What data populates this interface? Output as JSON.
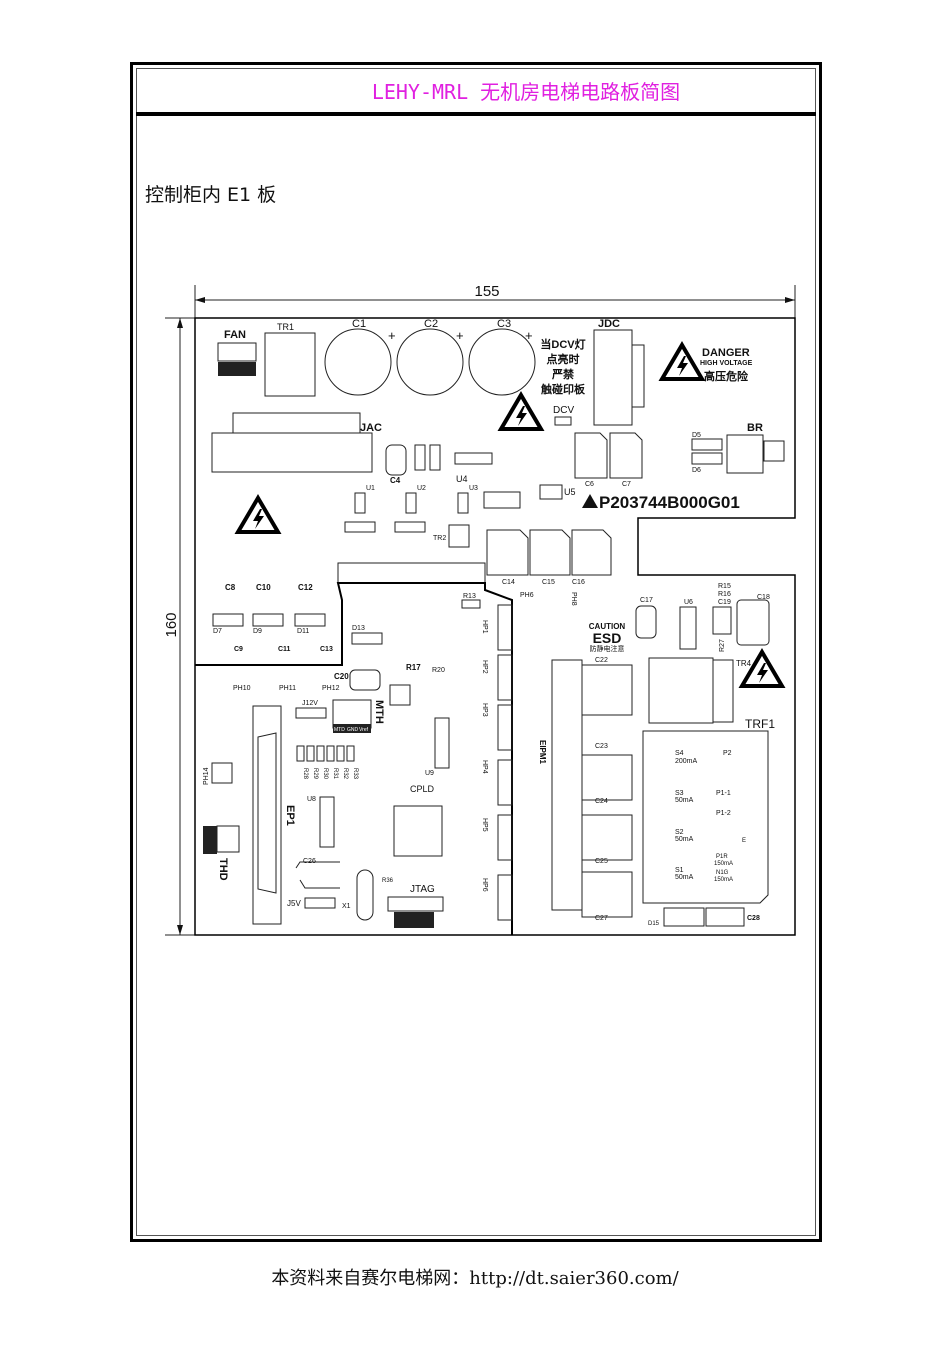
{
  "header": {
    "title": "LEHY-MRL 无机房电梯电路板简图"
  },
  "section": {
    "subtitle": "控制柜内 E1 板"
  },
  "dimensions": {
    "width": "155",
    "height": "160"
  },
  "board": {
    "fan": "FAN",
    "tr1": "TR1",
    "c1": "C1",
    "c2": "C2",
    "c3": "C3",
    "jdc": "JDC",
    "jac": "JAC",
    "dcv": "DCV",
    "dcv_warn_1": "当DCV灯",
    "dcv_warn_2": "点亮时",
    "dcv_warn_3": "严禁",
    "dcv_warn_4": "触碰印板",
    "danger": "DANGER",
    "high_voltage": "HIGH VOLTAGE",
    "hv_cn": "高压危险",
    "br": "BR",
    "d5": "D5",
    "d6": "D6",
    "c4": "C4",
    "c6": "C6",
    "c7": "C7",
    "u1": "U1",
    "u2": "U2",
    "u3": "U3",
    "u4": "U4",
    "u5": "U5",
    "tr2": "TR2",
    "part_no": "P203744B000G01",
    "c14": "C14",
    "c15": "C15",
    "c16": "C16",
    "c17": "C17",
    "c18": "C18",
    "u6": "U6",
    "r15": "R15",
    "r16": "R16",
    "c19": "C19",
    "r27": "R27",
    "tr4": "TR4",
    "caution": "CAUTION",
    "esd": "ESD",
    "esd_cn": "防静电注意",
    "c8": "C8",
    "c10": "C10",
    "c12": "C12",
    "d7": "D7",
    "d9": "D9",
    "d11": "D11",
    "c9": "C9",
    "c11": "C11",
    "c13": "C13",
    "ph10": "PH10",
    "ph11": "PH11",
    "ph12": "PH12",
    "d13": "D13",
    "r13": "R13",
    "r17": "R17",
    "r20": "R20",
    "c20": "C20",
    "mth": "MTH",
    "j12v": "J12V",
    "mtd": "MTD",
    "gnd": "GND",
    "vref": "Vref",
    "ep1": "EP1",
    "ph14": "PH14",
    "thd": "THD",
    "u8": "U8",
    "u9": "U9",
    "cpld": "CPLD",
    "c26": "C26",
    "j5v": "J5V",
    "x1": "X1",
    "r36": "R36",
    "jtag": "JTAG",
    "c22": "C22",
    "c23": "C23",
    "c24": "C24",
    "c25": "C25",
    "c27": "C27",
    "c28": "C28",
    "trf1": "TRF1",
    "s4": "S4",
    "s4v": "200mA",
    "s3": "S3",
    "s3v": "50mA",
    "s2": "S2",
    "s2v": "50mA",
    "s1": "S1",
    "s1v": "50mA",
    "p2": "P2",
    "p11": "P1-1",
    "p12": "P1-2",
    "p1r": "P1R",
    "p1rv": "150mA",
    "n1g": "N1G",
    "n1gv": "150mA",
    "e": "E",
    "d15": "D15",
    "eipm1": "EIPM1",
    "hp1": "HP1",
    "hp2": "HP2",
    "hp3": "HP3",
    "hp4": "HP4",
    "hp5": "HP5",
    "hp6": "HP6",
    "r28": "R28",
    "r29": "R29",
    "r30": "R30",
    "r31": "R31",
    "r32": "R32",
    "r33": "R33",
    "ph6": "PH6",
    "ph8": "PH8"
  },
  "footer": {
    "source": "本资料来自赛尔电梯网：http://dt.saier360.com/"
  }
}
